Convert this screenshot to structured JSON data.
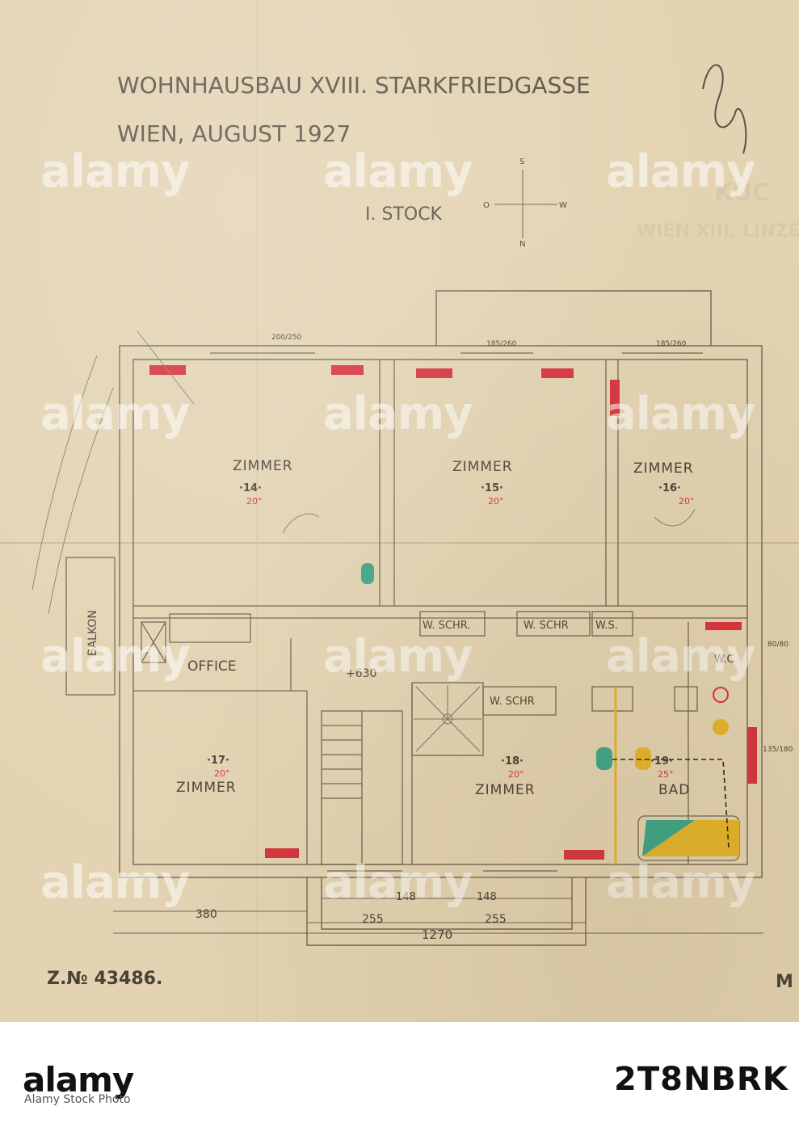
{
  "drawing": {
    "title_line1": "WOHNHAUSBAU XVIII. STARKFRIEDGASSE",
    "title_line2": "WIEN, AUGUST 1927",
    "floor": "I. STOCK",
    "compass": {
      "n": "S",
      "e": "W",
      "w": "O",
      "s": "N"
    },
    "stamp_line1": "KUC",
    "stamp_line2": "WIEN XIII. LINZE",
    "drawing_number": "Z.№ 43486.",
    "corner_letter": "M",
    "level_mark": "+630",
    "balcony": "BALKON",
    "office": "OFFICE",
    "rooms": [
      {
        "name": "ZIMMER",
        "number": "·14·",
        "temp": "20°"
      },
      {
        "name": "ZIMMER",
        "number": "·15·",
        "temp": "20°"
      },
      {
        "name": "ZIMMER",
        "number": "·16·",
        "temp": "20°"
      },
      {
        "name": "ZIMMER",
        "number": "·17·",
        "temp": "20°"
      },
      {
        "name": "ZIMMER",
        "number": "·18·",
        "temp": "20°"
      },
      {
        "name": "BAD",
        "number": "·19·",
        "temp": "25°"
      }
    ],
    "closets": [
      "W. SCHR.",
      "W. SCHR",
      "W.S.",
      "W. SCHR",
      "W.C"
    ],
    "dimensions": {
      "width_total": "1270",
      "left_span": "380",
      "bay_a": "255",
      "bay_b": "255",
      "bay_c": "148",
      "bay_d": "148",
      "win_a": "200/250",
      "win_b": "185/260",
      "win_c": "185/260",
      "side_win": "80/80",
      "side_win2": "135/180"
    },
    "colors": {
      "heater": "#d6333c",
      "tub_green": "#3aa58a",
      "tub_yellow": "#e4b52a"
    }
  },
  "banner": {
    "brand": "alamy",
    "image_id": "2T8NBRK",
    "credit": "Alamy Stock Photo"
  },
  "watermarks": [
    "alamy",
    "alamy",
    "alamy",
    "alamy",
    "alamy",
    "alamy",
    "alamy",
    "alamy",
    "alamy",
    "alamy",
    "alamy",
    "alamy"
  ]
}
